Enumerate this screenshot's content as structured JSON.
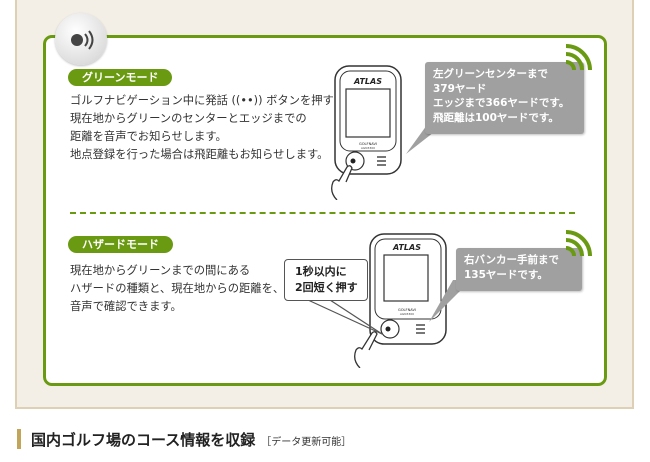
{
  "voice_section": {
    "icon": "speaker-voice-icon",
    "green_mode": {
      "label": "グリーンモード",
      "description": "ゴルフナビゲーション中に発話 ((••)) ボタンを押すと、\n現在地からグリーンのセンターとエッジまでの\n距離を音声でお知らせします。\n地点登録を行った場合は飛距離もお知らせします。",
      "speech_bubble": "左グリーンセンターまで\n379ヤード\nエッジまで366ヤードです。\n飛距離は100ヤードです。"
    },
    "hazard_mode": {
      "label": "ハザードモード",
      "description": "現在地からグリーンまでの間にある\nハザードの種類と、現在地からの距離を、\n音声で確認できます。",
      "press_instruction": "1秒以内に\n2回短く押す",
      "speech_bubble": "右バンカー手前まで\n135ヤードです。"
    },
    "device": {
      "brand": "ATLAS",
      "model_name": "GOLFNAVI",
      "model_number": "AGN3300"
    }
  },
  "next_section": {
    "title": "国内ゴルフ場のコース情報を収録",
    "subtitle": "［データ更新可能］"
  },
  "colors": {
    "accent_green": "#6a9a12",
    "panel_bg": "#f3efe7",
    "panel_border": "#ddd0b5",
    "bubble_gray": "#a0a0a0",
    "heading_bar": "#c2a45a"
  }
}
